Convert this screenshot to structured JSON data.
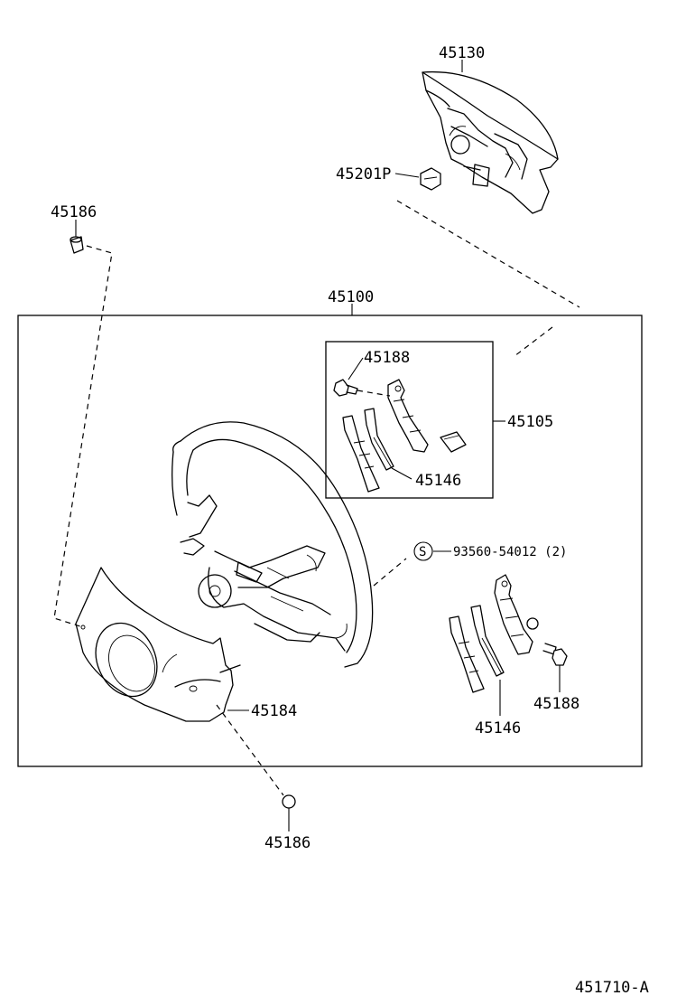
{
  "labels": {
    "airbag": "45130",
    "nut": "45201P",
    "screw_cap_top": "45186",
    "wheel_assy": "45100",
    "bolt_upper": "45188",
    "horn_sub_assy": "45105",
    "horn_contact_upper": "45146",
    "screw_spec": "93560-54012 (2)",
    "screw_marker": "S",
    "bolt_lower": "45188",
    "horn_contact_lower": "45146",
    "cover_lower": "45184",
    "screw_cap_bottom": "45186",
    "diagram_id": "451710-A"
  },
  "colors": {
    "ink": "#000000",
    "paper": "#ffffff"
  }
}
